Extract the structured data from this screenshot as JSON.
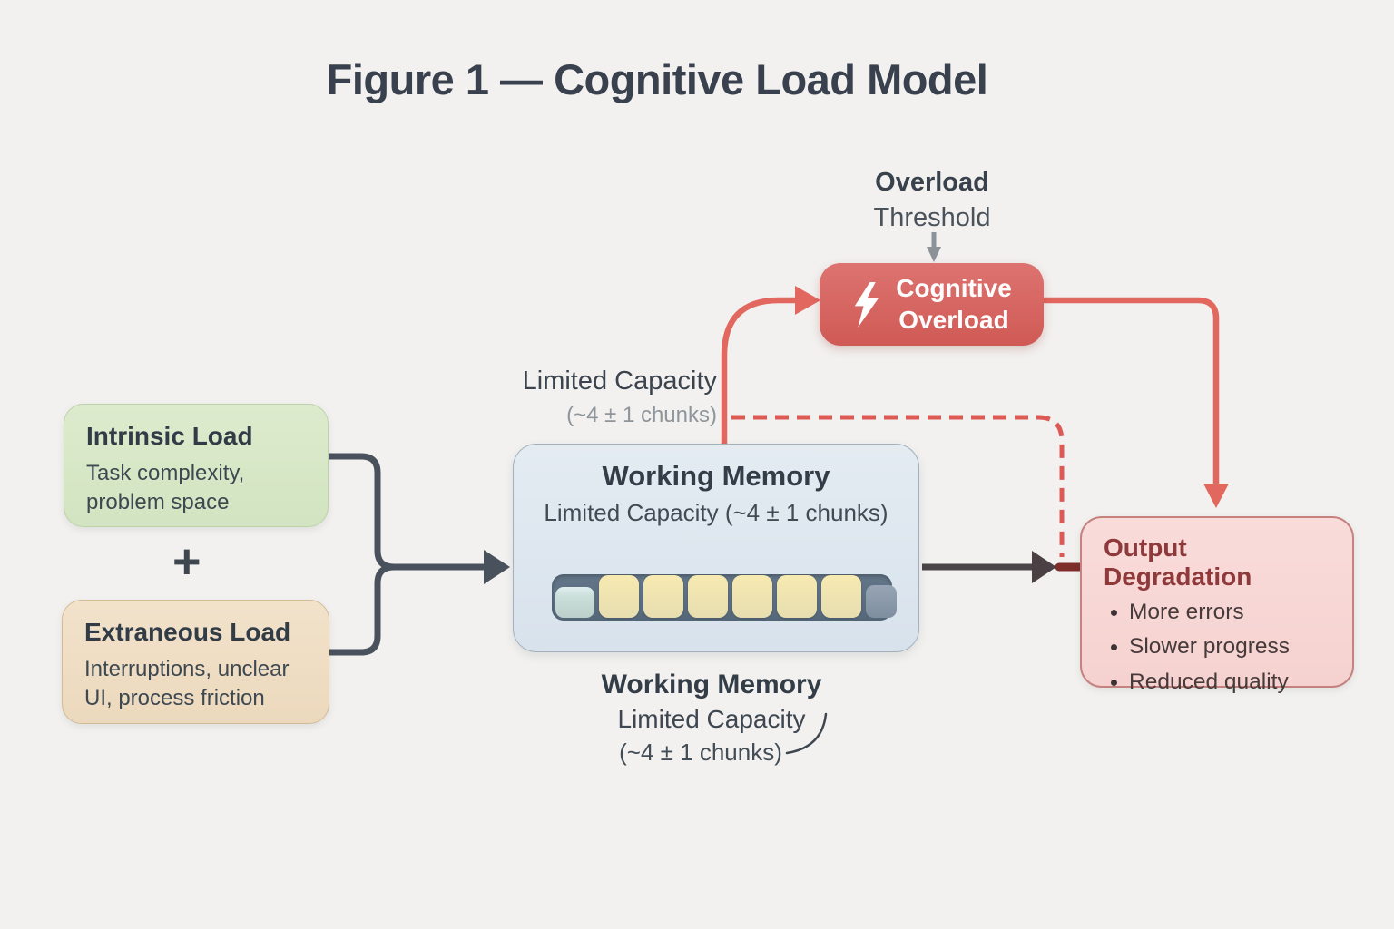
{
  "title": "Figure 1 — Cognitive Load Model",
  "intrinsic": {
    "title": "Intrinsic Load",
    "description": "Task complexity, problem space"
  },
  "plus_sign": "+",
  "extraneous": {
    "title": "Extraneous Load",
    "description": "Interruptions, unclear UI, process friction"
  },
  "working_memory": {
    "title": "Working Memory",
    "subtitle": "Limited Capacity (~4 ± 1 chunks)",
    "slots": [
      "teal",
      "yellow",
      "yellow",
      "yellow",
      "yellow",
      "yellow",
      "yellow",
      "gray"
    ],
    "slot_count": 8
  },
  "labels": {
    "limited_capacity_top": {
      "line1": "Limited Capacity",
      "line2": "(~4 ± 1 chunks)"
    },
    "overload_threshold": {
      "line1": "Overload",
      "line2": "Threshold"
    },
    "wm_caption": {
      "line1": "Working Memory",
      "line2": "Limited Capacity",
      "line3": "(~4 ± 1 chunks)"
    }
  },
  "overload": {
    "title": "Cognitive Overload",
    "icon": "lightning-icon"
  },
  "output": {
    "title": "Output Degradation",
    "bullets": [
      "More errors",
      "Slower progress",
      "Reduced quality"
    ]
  },
  "colors": {
    "background": "#f2f1ef",
    "intrinsic_fill": "#d7e8c7",
    "extraneous_fill": "#efddc4",
    "working_memory_fill": "#dde7ef",
    "overload_fill": "#d6615d",
    "output_fill": "#f7d8d6",
    "output_heading": "#8f393b",
    "dark_slate": "#39424e",
    "arrow_slate": "#49525c",
    "arrow_red": "#e1675f",
    "arrow_maroon": "#7d2d2a",
    "chunk_yellow": "#f1e3ae",
    "chunk_teal": "#cfe3df",
    "chunk_gray": "#8b99ab",
    "bar_track": "#5d7082"
  }
}
